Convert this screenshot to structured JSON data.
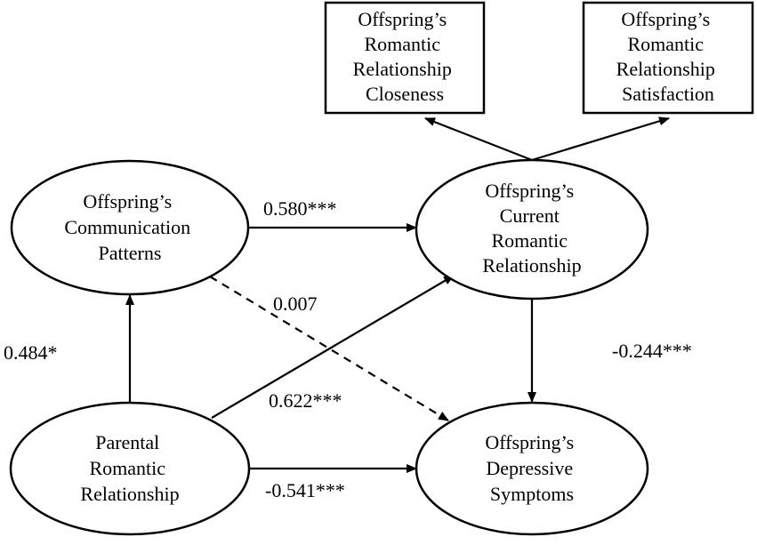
{
  "nodes": {
    "closeness": {
      "lines": [
        "Offspring’s",
        "Romantic",
        "Relationship",
        "Closeness"
      ]
    },
    "satisfaction": {
      "lines": [
        "Offspring’s",
        "Romantic",
        "Relationship",
        "Satisfaction"
      ]
    },
    "communication": {
      "lines": [
        "Offspring’s",
        "Communication",
        "Patterns"
      ]
    },
    "current": {
      "lines": [
        "Offspring’s",
        "Current",
        "Romantic",
        "Relationship"
      ]
    },
    "parental": {
      "lines": [
        "Parental",
        "Romantic",
        "Relationship"
      ]
    },
    "depressive": {
      "lines": [
        "Offspring’s",
        "Depressive",
        "Symptoms"
      ]
    }
  },
  "edges": {
    "communication_to_current": {
      "label": "0.580***"
    },
    "communication_to_depressive": {
      "label": "0.007",
      "style": "dashed"
    },
    "parental_to_communication": {
      "label": "0.484*"
    },
    "parental_to_current": {
      "label": "0.622***"
    },
    "parental_to_depressive": {
      "label": "-0.541***"
    },
    "current_to_depressive": {
      "label": "-0.244***"
    },
    "current_to_closeness": {
      "label": ""
    },
    "current_to_satisfaction": {
      "label": ""
    }
  }
}
